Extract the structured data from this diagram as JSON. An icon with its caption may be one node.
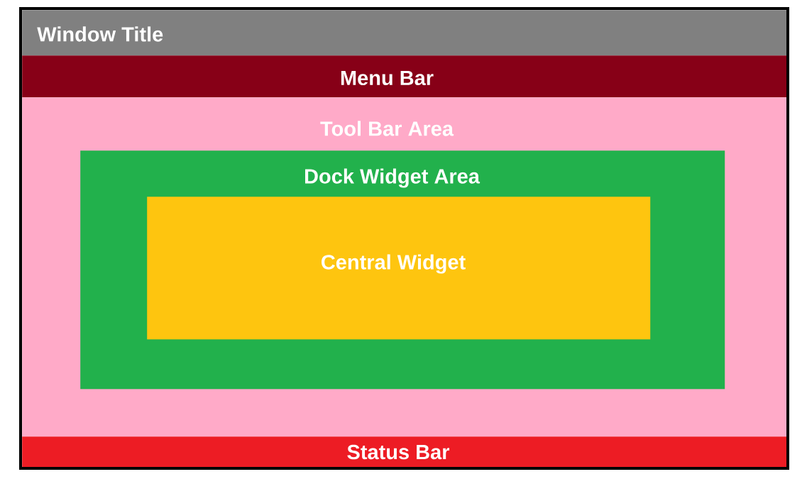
{
  "diagram": {
    "nodes": [
      {
        "text": [
          "Window Title"
        ]
      },
      {
        "text": [
          "Menu Bar"
        ]
      },
      {
        "text": [
          "Tool Bar Area"
        ]
      },
      {
        "text": [
          "Dock Widget Area"
        ],
        "in": 2
      },
      {
        "text": [
          "Central Widget"
        ],
        "in": 3
      },
      {
        "text": [
          "Status Bar"
        ]
      }
    ]
  }
}
